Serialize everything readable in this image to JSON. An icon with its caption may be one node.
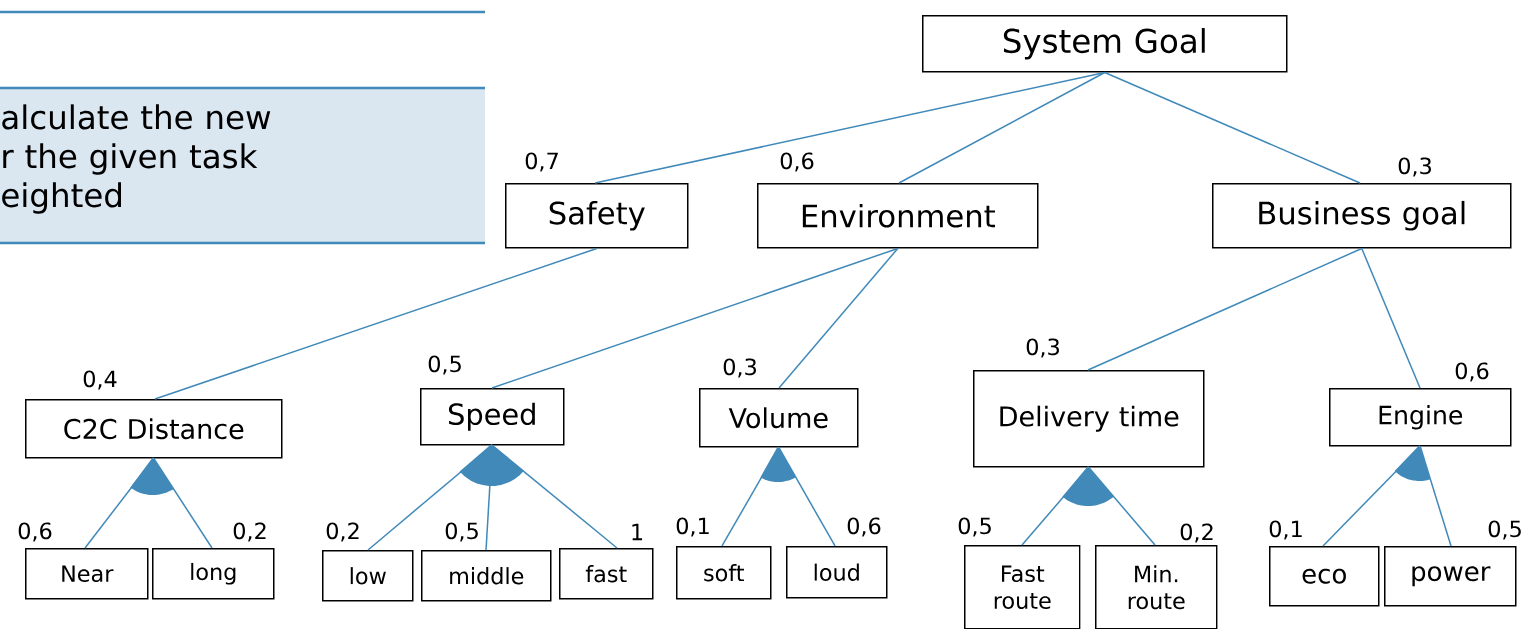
{
  "diagram": {
    "nodes": [
      {
        "text": [
          "System Goal"
        ]
      },
      {
        "text": [
          "Safety"
        ],
        "beside": [
          "0,7"
        ]
      },
      {
        "text": [
          "Environment"
        ],
        "beside": [
          "0,6"
        ]
      },
      {
        "text": [
          "Business goal"
        ],
        "beside": [
          "0,3"
        ]
      },
      {
        "text": [
          "C2C Distance"
        ],
        "beside": [
          "0,4"
        ]
      },
      {
        "text": [
          "Speed"
        ],
        "beside": [
          "0,5"
        ]
      },
      {
        "text": [
          "Volume"
        ],
        "beside": [
          "0,3"
        ]
      },
      {
        "text": [
          "Delivery time"
        ],
        "beside": [
          "0,3"
        ]
      },
      {
        "text": [
          "Engine"
        ],
        "beside": [
          "0,6"
        ]
      },
      {
        "text": [
          "Near"
        ],
        "beside": [
          "0,6"
        ]
      },
      {
        "text": [
          "long"
        ],
        "beside": [
          "0,2"
        ]
      },
      {
        "text": [
          "low"
        ],
        "beside": [
          "0,2"
        ]
      },
      {
        "text": [
          "middle"
        ],
        "beside": [
          "0,5"
        ]
      },
      {
        "text": [
          "fast"
        ],
        "beside": [
          "1"
        ]
      },
      {
        "text": [
          "soft"
        ],
        "beside": [
          "0,1"
        ]
      },
      {
        "text": [
          "loud"
        ],
        "beside": [
          "0,6"
        ]
      },
      {
        "text": [
          "Fast route"
        ],
        "beside": [
          "0,5"
        ]
      },
      {
        "text": [
          "Min. route"
        ],
        "beside": [
          "0,2"
        ]
      },
      {
        "text": [
          "eco"
        ],
        "beside": [
          "0,1"
        ]
      },
      {
        "text": [
          "power"
        ],
        "beside": [
          "0,5"
        ]
      },
      {
        "text": [
          "alculate the new r the given task eighted"
        ]
      }
    ],
    "edges": [
      {
        "from": 0,
        "to": 1,
        "arrow": "none"
      },
      {
        "from": 0,
        "to": 2,
        "arrow": "none"
      },
      {
        "from": 0,
        "to": 3,
        "arrow": "none"
      },
      {
        "from": 1,
        "to": 4,
        "arrow": "none"
      },
      {
        "from": 2,
        "to": 5,
        "arrow": "none"
      },
      {
        "from": 2,
        "to": 6,
        "arrow": "none"
      },
      {
        "from": 3,
        "to": 7,
        "arrow": "none"
      },
      {
        "from": 3,
        "to": 8,
        "arrow": "none"
      },
      {
        "from": 4,
        "to": 9,
        "arrow": "none"
      },
      {
        "from": 4,
        "to": 10,
        "arrow": "none"
      },
      {
        "from": 5,
        "to": 11,
        "arrow": "none"
      },
      {
        "from": 5,
        "to": 12,
        "arrow": "none"
      },
      {
        "from": 5,
        "to": 13,
        "arrow": "none"
      },
      {
        "from": 6,
        "to": 14,
        "arrow": "none"
      },
      {
        "from": 6,
        "to": 15,
        "arrow": "none"
      },
      {
        "from": 7,
        "to": 16,
        "arrow": "none"
      },
      {
        "from": 7,
        "to": 17,
        "arrow": "none"
      },
      {
        "from": 8,
        "to": 18,
        "arrow": "none"
      },
      {
        "from": 8,
        "to": 19,
        "arrow": "none"
      }
    ]
  }
}
